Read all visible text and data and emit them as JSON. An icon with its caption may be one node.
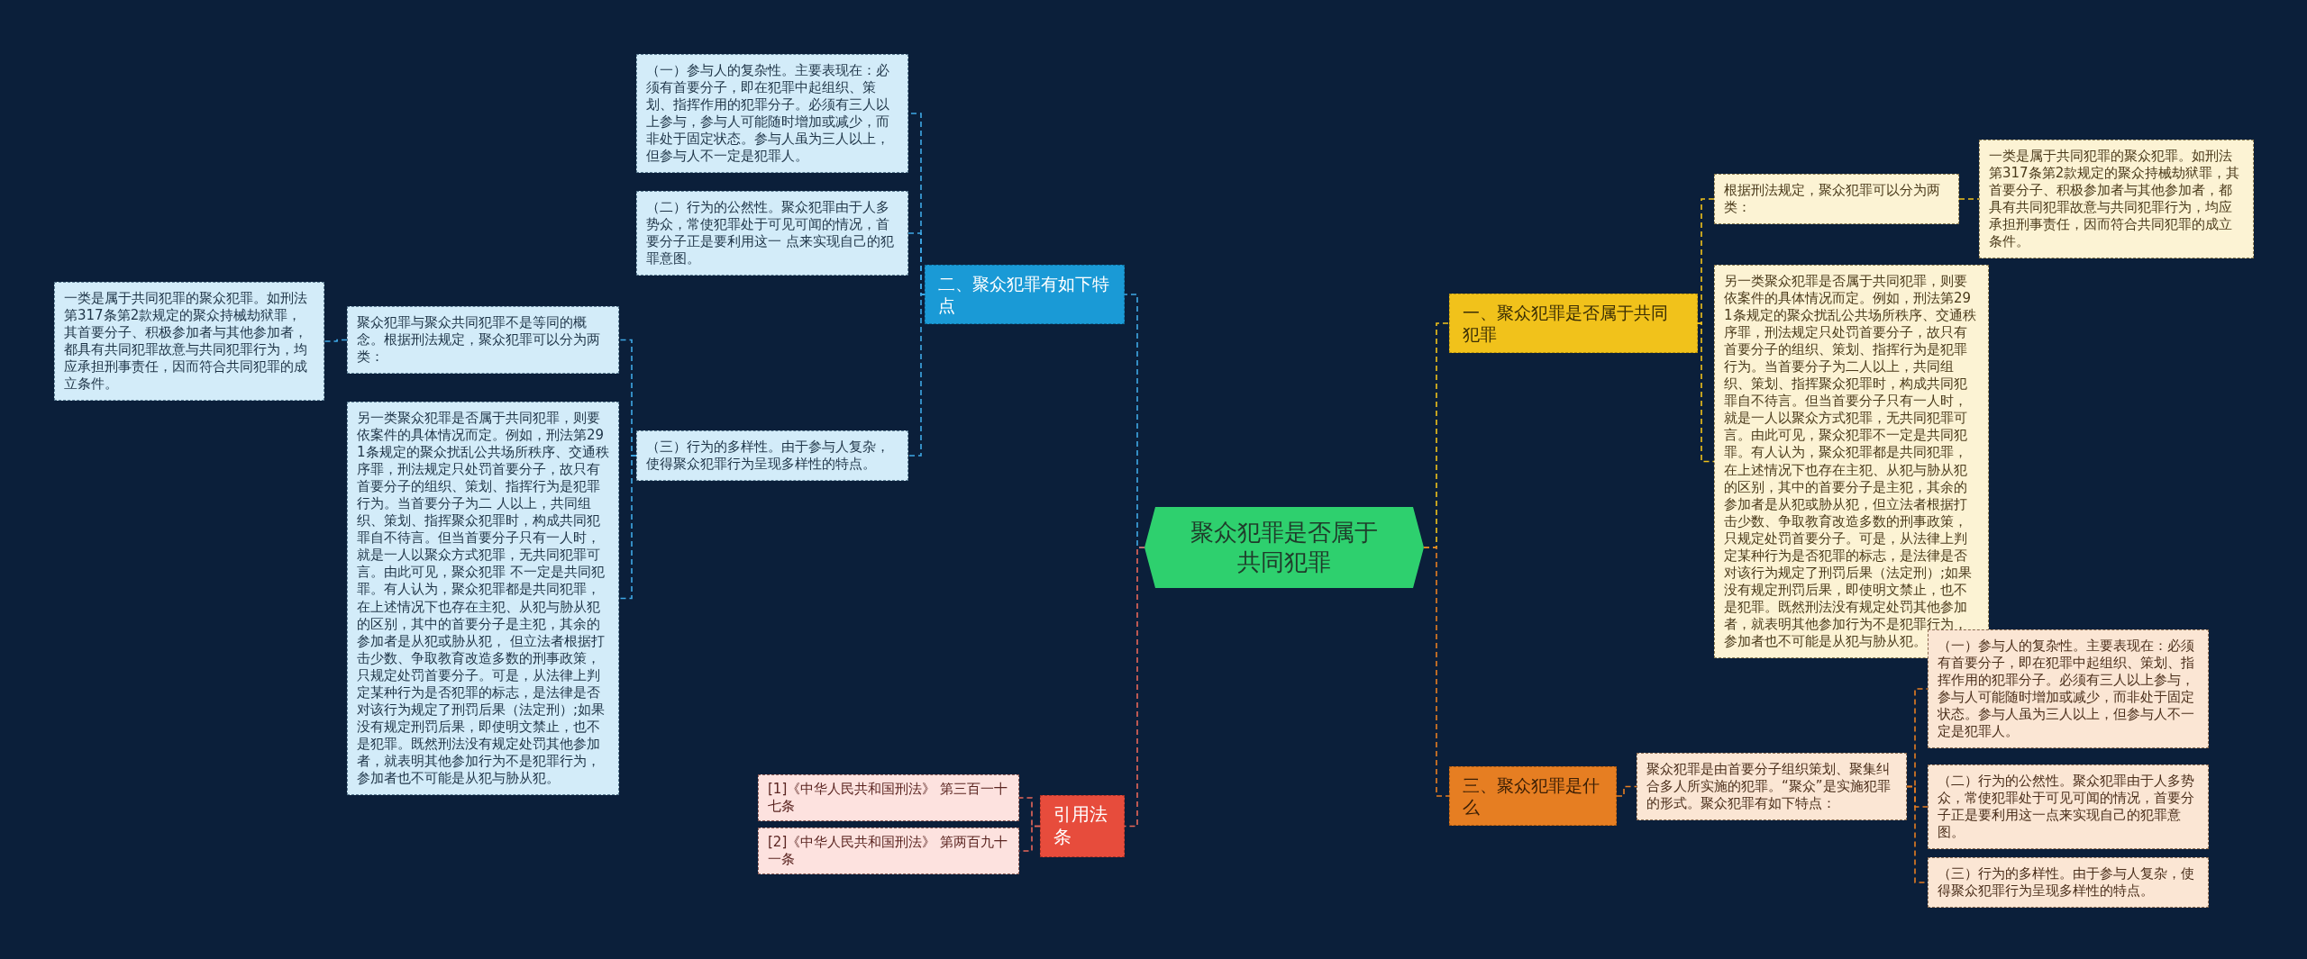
{
  "diagram": {
    "nodes": [
      {
        "text": [
          "聚众犯罪是否属于共同犯罪"
        ]
      },
      {
        "text": [
          "一、聚众犯罪是否属于共同犯罪"
        ]
      },
      {
        "text": [
          "根据刑法规定，聚众犯罪可以分为两类："
        ]
      },
      {
        "text": [
          "一类是属于共同犯罪的聚众犯罪。如刑法第317条第2款规定的聚众持械劫狱罪，其首要分子、积极参加者与其他参加者，都具有共同犯罪故意与共同犯罪行为，均应承担刑事责任，因而符合共同犯罪的成立条件。"
        ]
      },
      {
        "text": [
          "另一类聚众犯罪是否属于共同犯罪，则要依案件的具体情况而定。例如，刑法第291条规定的聚众扰乱公共场所秩序、交通秩序罪，刑法规定只处罚首要分子，故只有首要分子的组织、策划、指挥行为是犯罪行为。当首要分子为二人以上，共同组织、策划、指挥聚众犯罪时，构成共同犯罪自不待言。但当首要分子只有一人时，就是一人以聚众方式犯罪，无共同犯罪可言。由此可见，聚众犯罪不一定是共同犯罪。有人认为，聚众犯罪都是共同犯罪，在上述情况下也存在主犯、从犯与胁从犯的区别，其中的首要分子是主犯，其余的参加者是从犯或胁从犯，但立法者根据打击少数、争取教育改造多数的刑事政策，只规定处罚首要分子。可是，从法律上判定某种行为是否犯罪的标志，是法律是否对该行为规定了刑罚后果（法定刑）;如果没有规定刑罚后果，即使明文禁止，也不是犯罪。既然刑法没有规定处罚其他参加者，就表明其他参加行为不是犯罪行为，参加者也不可能是从犯与胁从犯。"
        ]
      },
      {
        "text": [
          "三、聚众犯罪是什么"
        ]
      },
      {
        "text": [
          "聚众犯罪是由首要分子组织策划、聚集纠合多人所实施的犯罪。“聚众”是实施犯罪的形式。聚众犯罪有如下特点："
        ]
      },
      {
        "text": [
          "（一）参与人的复杂性。主要表现在：必须有首要分子，即在犯罪中起组织、策划、指挥作用的犯罪分子。必须有三人以上参与，参与人可能随时增加或减少，而非处于固定状态。参与人虽为三人以上，但参与人不一定是犯罪人。"
        ]
      },
      {
        "text": [
          "（二）行为的公然性。聚众犯罪由于人多势众，常使犯罪处于可见可闻的情况，首要分子正是要利用这一点来实现自己的犯罪意图。"
        ]
      },
      {
        "text": [
          "（三）行为的多样性。由于参与人复杂，使得聚众犯罪行为呈现多样性的特点。"
        ]
      },
      {
        "text": [
          "二、聚众犯罪有如下特点"
        ]
      },
      {
        "text": [
          "（一）参与人的复杂性。主要表现在：必须有首要分子，即在犯罪中起组织、策划、指挥作用的犯罪分子。必须有三人以上参与，参与人可能随时增加或减少，而非处于固定状态。参与人虽为三人以上，但参与人不一定是犯罪人。"
        ]
      },
      {
        "text": [
          "（二）行为的公然性。聚众犯罪由于人多势众，常使犯罪处于可见可闻的情况，首要分子正是要利用这一 点来实现自己的犯罪意图。"
        ]
      },
      {
        "text": [
          "（三）行为的多样性。由于参与人复杂，使得聚众犯罪行为呈现多样性的特点。"
        ]
      },
      {
        "text": [
          "聚众犯罪与聚众共同犯罪不是等同的概念。根据刑法规定，聚众犯罪可以分为两类："
        ]
      },
      {
        "text": [
          "一类是属于共同犯罪的聚众犯罪。如刑法第317条第2款规定的聚众持械劫狱罪，其首要分子、积极参加者与其他参加者，都具有共同犯罪故意与共同犯罪行为，均应承担刑事责任，因而符合共同犯罪的成立条件。"
        ]
      },
      {
        "text": [
          "另一类聚众犯罪是否属于共同犯罪，则要依案件的具体情况而定。例如，刑法第291条规定的聚众扰乱公共场所秩序、交通秩序罪，刑法规定只处罚首要分子，故只有首要分子的组织、策划、指挥行为是犯罪行为。当首要分子为二 人以上，共同组织、策划、指挥聚众犯罪时，构成共同犯罪自不待言。但当首要分子只有一人时，就是一人以聚众方式犯罪，无共同犯罪可言。由此可见，聚众犯罪 不一定是共同犯罪。有人认为，聚众犯罪都是共同犯罪，在上述情况下也存在主犯、从犯与胁从犯的区别，其中的首要分子是主犯，其余的参加者是从犯或胁从犯， 但立法者根据打击少数、争取教育改造多数的刑事政策，只规定处罚首要分子。可是，从法律上判定某种行为是否犯罪的标志，是法律是否对该行为规定了刑罚后果（法定刑）;如果没有规定刑罚后果，即使明文禁止，也不是犯罪。既然刑法没有规定处罚其他参加者，就表明其他参加行为不是犯罪行为，参加者也不可能是从犯与胁从犯。"
        ]
      },
      {
        "text": [
          "引用法条"
        ]
      },
      {
        "text": [
          "[1]《中华人民共和国刑法》 第三百一十七条"
        ]
      },
      {
        "text": [
          "[2]《中华人民共和国刑法》 第两百九十一条"
        ]
      }
    ],
    "edges": [
      {
        "from": 0,
        "to": 1,
        "arrow": "none",
        "style": "dashed",
        "color": "#f1c21b"
      },
      {
        "from": 1,
        "to": 2,
        "arrow": "none",
        "style": "dashed",
        "color": "#f1c21b"
      },
      {
        "from": 2,
        "to": 3,
        "arrow": "none",
        "style": "dashed",
        "color": "#f1c21b"
      },
      {
        "from": 1,
        "to": 4,
        "arrow": "none",
        "style": "dashed",
        "color": "#f1c21b"
      },
      {
        "from": 0,
        "to": 5,
        "arrow": "none",
        "style": "dashed",
        "color": "#e67e22"
      },
      {
        "from": 5,
        "to": 6,
        "arrow": "none",
        "style": "dashed",
        "color": "#e67e22"
      },
      {
        "from": 6,
        "to": 7,
        "arrow": "none",
        "style": "dashed",
        "color": "#e67e22"
      },
      {
        "from": 6,
        "to": 8,
        "arrow": "none",
        "style": "dashed",
        "color": "#e67e22"
      },
      {
        "from": 6,
        "to": 9,
        "arrow": "none",
        "style": "dashed",
        "color": "#e67e22"
      },
      {
        "from": 0,
        "to": 10,
        "arrow": "none",
        "style": "dashed",
        "color": "#3fa9e6"
      },
      {
        "from": 10,
        "to": 11,
        "arrow": "none",
        "style": "dashed",
        "color": "#3fa9e6"
      },
      {
        "from": 10,
        "to": 12,
        "arrow": "none",
        "style": "dashed",
        "color": "#3fa9e6"
      },
      {
        "from": 10,
        "to": 13,
        "arrow": "none",
        "style": "dashed",
        "color": "#3fa9e6"
      },
      {
        "from": 13,
        "to": 14,
        "arrow": "none",
        "style": "dashed",
        "color": "#3fa9e6"
      },
      {
        "from": 14,
        "to": 15,
        "arrow": "none",
        "style": "dashed",
        "color": "#3fa9e6"
      },
      {
        "from": 13,
        "to": 16,
        "arrow": "none",
        "style": "dashed",
        "color": "#3fa9e6"
      },
      {
        "from": 0,
        "to": 17,
        "arrow": "none",
        "style": "dashed",
        "color": "#e8675a"
      },
      {
        "from": 17,
        "to": 18,
        "arrow": "none",
        "style": "dashed",
        "color": "#e8675a"
      },
      {
        "from": 17,
        "to": 19,
        "arrow": "none",
        "style": "dashed",
        "color": "#e8675a"
      }
    ]
  }
}
